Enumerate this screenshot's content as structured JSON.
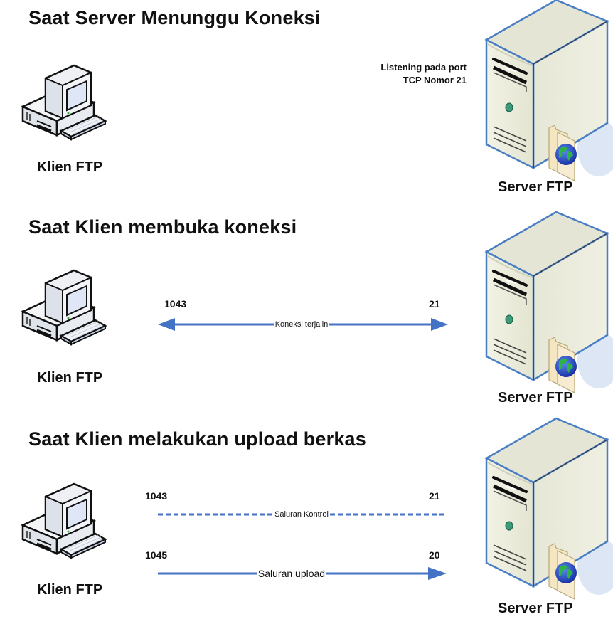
{
  "colors": {
    "arrow": "#4472c4",
    "server_outline": "#4a7ec4",
    "server_body": "#e9ead8"
  },
  "sections": [
    {
      "title": "Saat Server Menunggu Koneksi",
      "client_label": "Klien FTP",
      "server_label": "Server FTP",
      "note_line1": "Listening pada port",
      "note_line2": "TCP Nomor 21"
    },
    {
      "title": "Saat Klien membuka koneksi",
      "client_label": "Klien FTP",
      "server_label": "Server FTP",
      "connections": [
        {
          "client_port": "1043",
          "server_port": "21",
          "label": "Koneksi terjalin",
          "style": "solid",
          "direction": "both"
        }
      ]
    },
    {
      "title": "Saat Klien melakukan upload berkas",
      "client_label": "Klien FTP",
      "server_label": "Server FTP",
      "connections": [
        {
          "client_port": "1043",
          "server_port": "21",
          "label": "Saluran Kontrol",
          "style": "dashed",
          "direction": "none"
        },
        {
          "client_port": "1045",
          "server_port": "20",
          "label": "Saluran upload",
          "style": "solid",
          "direction": "to-server"
        }
      ]
    }
  ]
}
